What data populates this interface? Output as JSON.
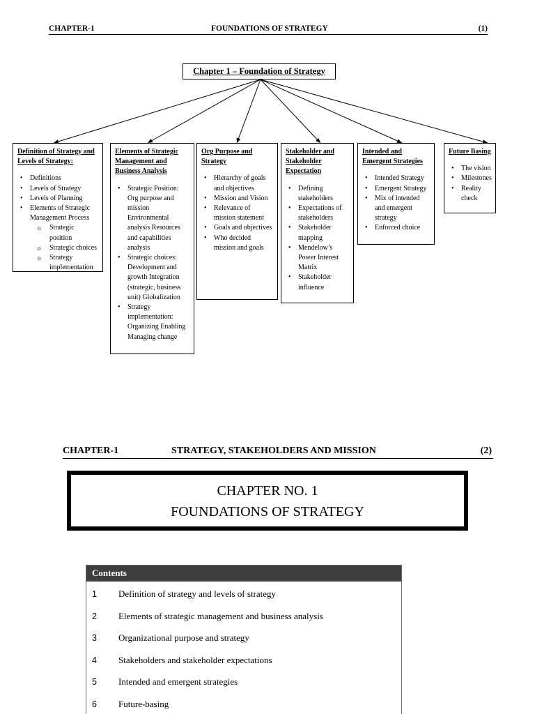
{
  "page1": {
    "header": {
      "left": "CHAPTER-1",
      "center": "FOUNDATIONS OF STRATEGY",
      "right": "(1)"
    },
    "root": "Chapter 1 – Foundation of Strategy",
    "nodes": [
      {
        "title": [
          "Definition of Strategy and",
          "Levels of Strategy:"
        ],
        "items": [
          {
            "text": "Definitions"
          },
          {
            "text": "Levels of Strategy"
          },
          {
            "text": "Levels of Planning"
          },
          {
            "text": "Elements of Strategic Management Process"
          },
          {
            "text": "Strategic position",
            "sub": true
          },
          {
            "text": "Strategic choices",
            "sub": true
          },
          {
            "text": "Strategy implementation",
            "sub": true
          }
        ]
      },
      {
        "title": [
          "Elements of Strategic",
          "Management and",
          "Business Analysis"
        ],
        "items": [
          {
            "text": "Strategic Position: Org purpose and mission Environmental analysis Resources and capabilities analysis"
          },
          {
            "text": "Strategic choices: Development and growth Integration (strategic, business unit) Globalization"
          },
          {
            "text": "Strategy implementation: Organizing Enabling Managing change"
          }
        ]
      },
      {
        "title": [
          "Org Purpose and",
          "Strategy"
        ],
        "items": [
          {
            "text": "Hierarchy of goals and objectives"
          },
          {
            "text": "Mission and Vision"
          },
          {
            "text": "Relevance of mission statement"
          },
          {
            "text": "Goals and objectives"
          },
          {
            "text": "Who decided mission and goals"
          }
        ]
      },
      {
        "title": [
          "Stakeholder and",
          "Stakeholder",
          "Expectation"
        ],
        "items": [
          {
            "text": "Defining stakeholders"
          },
          {
            "text": "Expectations of stakeholders"
          },
          {
            "text": "Stakeholder mapping"
          },
          {
            "text": "Mendelow’s Power Interest Matrix"
          },
          {
            "text": "Stakeholder influence"
          }
        ]
      },
      {
        "title": [
          "Intended and",
          "Emergent Strategies"
        ],
        "items": [
          {
            "text": "Intended Strategy"
          },
          {
            "text": "Emergent Strategy"
          },
          {
            "text": "Mix of intended and emergent strategy"
          },
          {
            "text": "Enforced choice"
          }
        ]
      },
      {
        "title": [
          "Future Basing"
        ],
        "items": [
          {
            "text": "The vision"
          },
          {
            "text": "Milestones"
          },
          {
            "text": "Reality check"
          }
        ]
      }
    ]
  },
  "page2": {
    "header": {
      "left": "CHAPTER-1",
      "center": "STRATEGY, STAKEHOLDERS AND MISSION",
      "right": "(2)"
    },
    "title_line1": "CHAPTER NO. 1",
    "title_line2": "FOUNDATIONS OF STRATEGY",
    "contents_heading": "Contents",
    "contents": [
      {
        "num": "1",
        "label": "Definition of strategy and levels of strategy"
      },
      {
        "num": "2",
        "label": "Elements of strategic management and business analysis"
      },
      {
        "num": "3",
        "label": "Organizational purpose and strategy"
      },
      {
        "num": "4",
        "label": "Stakeholders and stakeholder expectations"
      },
      {
        "num": "5",
        "label": "Intended and emergent strategies"
      },
      {
        "num": "6",
        "label": "Future-basing"
      }
    ]
  }
}
